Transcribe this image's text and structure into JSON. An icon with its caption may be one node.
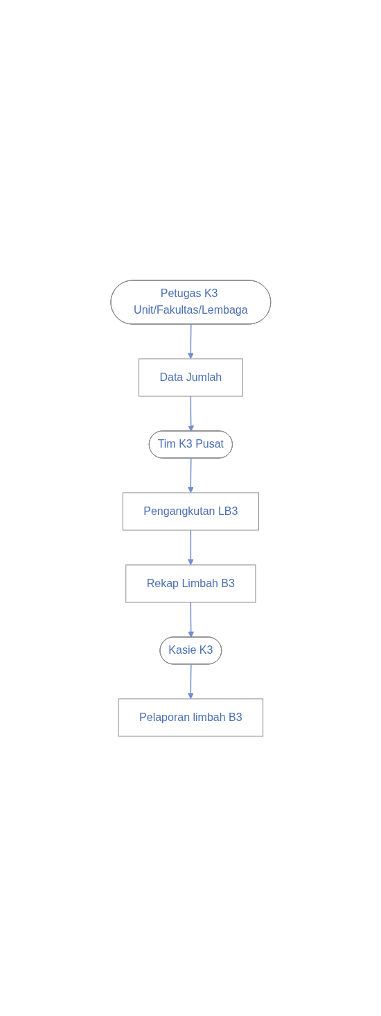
{
  "diagram": {
    "nodes": [
      {
        "text": [
          "Petugas K3 Unit/Fakultas/Lembaga"
        ]
      },
      {
        "text": [
          "Data Jumlah"
        ]
      },
      {
        "text": [
          "Tim K3 Pusat"
        ]
      },
      {
        "text": [
          "Pengangkutan LB3"
        ]
      },
      {
        "text": [
          "Rekap Limbah B3"
        ]
      },
      {
        "text": [
          "Kasie K3"
        ]
      },
      {
        "text": [
          "Pelaporan limbah B3"
        ]
      }
    ],
    "edges": [
      {
        "from": 0,
        "to": 1,
        "arrow": "to"
      },
      {
        "from": 1,
        "to": 2,
        "arrow": "to"
      },
      {
        "from": 2,
        "to": 3,
        "arrow": "to"
      },
      {
        "from": 3,
        "to": 4,
        "arrow": "to"
      },
      {
        "from": 4,
        "to": 5,
        "arrow": "to"
      },
      {
        "from": 5,
        "to": 6,
        "arrow": "to"
      }
    ]
  }
}
